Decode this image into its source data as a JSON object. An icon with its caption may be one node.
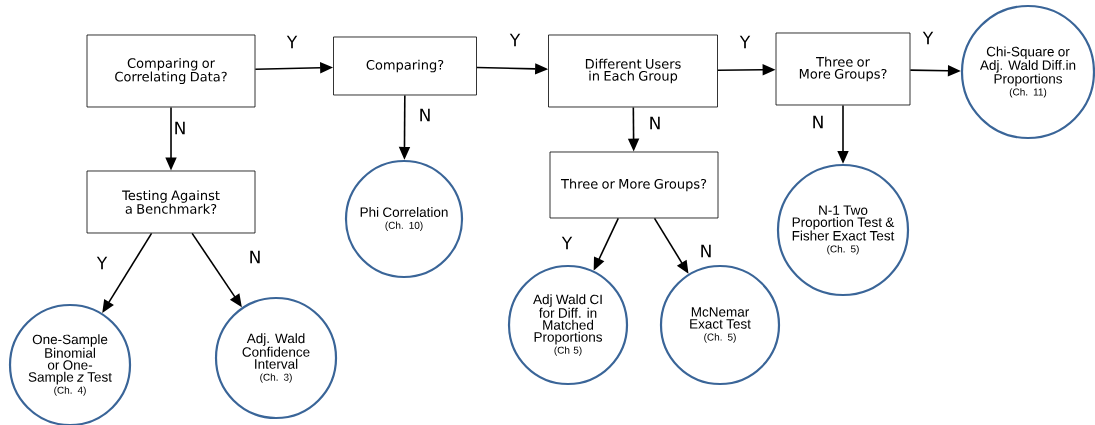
{
  "diagram": {
    "nodes": [
      {
        "text": [
          "Comparing or Correlating Data?"
        ]
      },
      {
        "text": [
          "Comparing?"
        ]
      },
      {
        "text": [
          "Different Users in Each Group"
        ]
      },
      {
        "text": [
          "Three or More Groups?"
        ]
      },
      {
        "text": [
          "Chi-Square or Adj. Wald Diff.in Proportions",
          "(Ch. 11)"
        ]
      },
      {
        "text": [
          "Testing Against a Benchmark?"
        ]
      },
      {
        "text": [
          "Phi Correlation",
          "(Ch. 10)"
        ]
      },
      {
        "text": [
          "Three or More Groups?"
        ]
      },
      {
        "text": [
          "N-1 Two Proportion Test & Fisher Exact Test",
          "(Ch. 5)"
        ]
      },
      {
        "text": [
          "One-Sample Binomial or One-Sample *z* Test",
          "(Ch. 4)"
        ]
      },
      {
        "text": [
          "Adj. Wald Confidence Interval",
          "(Ch. 3)"
        ]
      },
      {
        "text": [
          "Adj Wald CI for Diff. in Matched Proportions",
          "(Ch 5)"
        ]
      },
      {
        "text": [
          "McNemar Exact Test",
          "(Ch. 5)"
        ]
      }
    ],
    "edges": [
      {
        "from": 0,
        "to": 1,
        "arrow": "to",
        "label": "Y"
      },
      {
        "from": 1,
        "to": 2,
        "arrow": "to",
        "label": "Y"
      },
      {
        "from": 2,
        "to": 3,
        "arrow": "to",
        "label": "Y"
      },
      {
        "from": 3,
        "to": 4,
        "arrow": "to",
        "label": "Y"
      },
      {
        "from": 0,
        "to": 5,
        "arrow": "to",
        "label": "N"
      },
      {
        "from": 1,
        "to": 6,
        "arrow": "to",
        "label": "N"
      },
      {
        "from": 2,
        "to": 7,
        "arrow": "to",
        "label": "N"
      },
      {
        "from": 3,
        "to": 8,
        "arrow": "to",
        "label": "N"
      },
      {
        "from": 5,
        "to": 9,
        "arrow": "to",
        "label": "Y"
      },
      {
        "from": 5,
        "to": 10,
        "arrow": "to",
        "label": "N"
      },
      {
        "from": 7,
        "to": 11,
        "arrow": "to",
        "label": "Y"
      },
      {
        "from": 7,
        "to": 12,
        "arrow": "to",
        "label": "N"
      }
    ]
  }
}
